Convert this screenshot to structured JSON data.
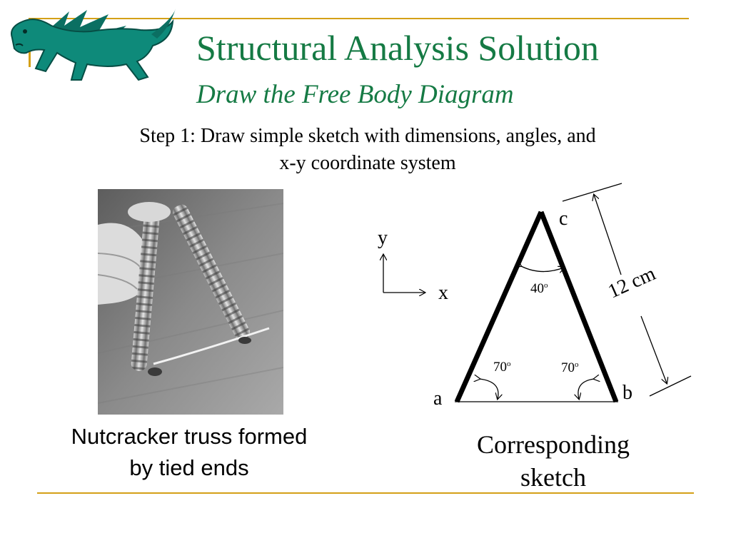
{
  "title": "Structural Analysis Solution",
  "subtitle": "Draw the Free Body Diagram",
  "step": {
    "line1": "Step 1:  Draw simple sketch with dimensions, angles, and",
    "line2": "x-y coordinate system"
  },
  "photo": {
    "caption_line1": "Nutcracker truss formed",
    "caption_line2": "by tied ends"
  },
  "sketch": {
    "caption_line1": "Corresponding",
    "caption_line2": "sketch",
    "axis_y": "y",
    "axis_x": "x",
    "node_a": "a",
    "node_b": "b",
    "node_c": "c",
    "angle_top": "40",
    "angle_left": "70",
    "angle_right": "70",
    "angle_unit": "o",
    "length": "12 cm"
  },
  "colors": {
    "title_green": "#157a44",
    "rule_gold": "#d4a017",
    "logo_teal": "#0e8a7a"
  }
}
